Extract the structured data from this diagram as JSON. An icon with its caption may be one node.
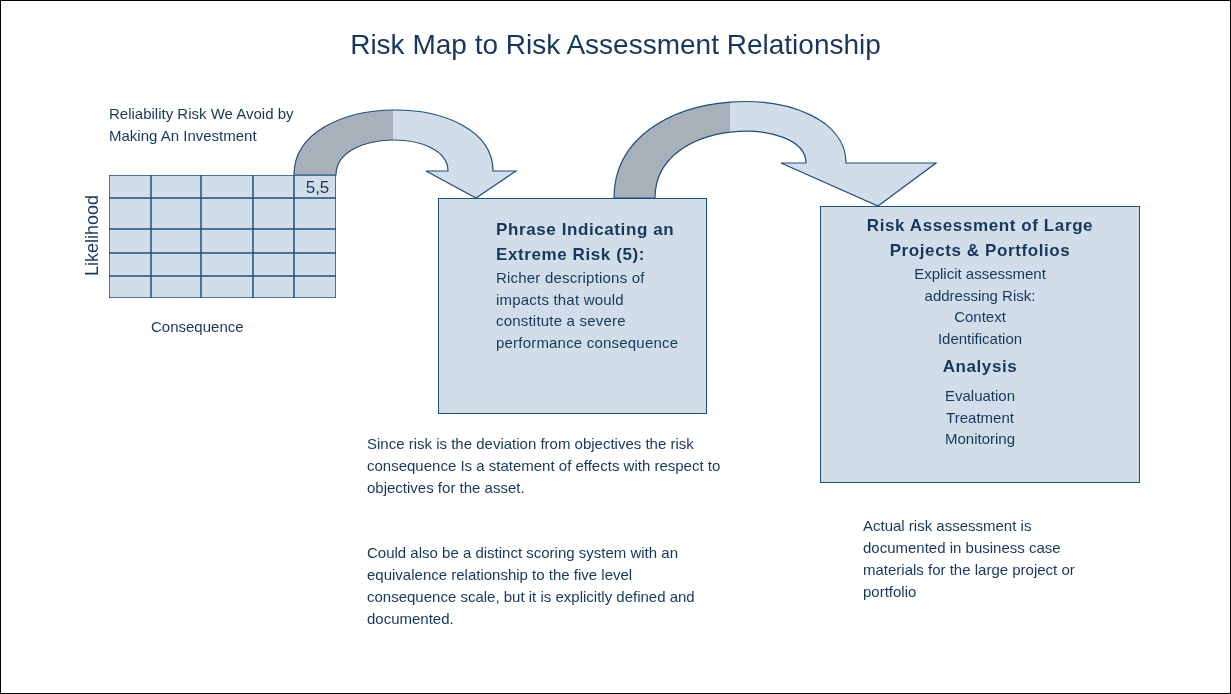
{
  "diagram": {
    "title": "Risk Map to Risk Assessment Relationship",
    "nodes": [
      {
        "text": [
          "Reliability Risk We Avoid by Making An Investment",
          "5,5"
        ],
        "beside": [
          "Likelihood",
          "Consequence"
        ]
      },
      {
        "text": [
          "Phrase Indicating an Extreme Risk (5):",
          "Richer descriptions of impacts that would constitute a severe performance consequence"
        ]
      },
      {
        "text": [
          "Risk Assessment of Large Projects & Portfolios",
          "Explicit assessment addressing Risk:",
          "Context",
          "Identification",
          "Analysis",
          "Evaluation",
          "Treatment",
          "Monitoring"
        ]
      }
    ],
    "edges": [
      {
        "from": 0,
        "to": 1,
        "arrow": "to"
      },
      {
        "from": 1,
        "to": 2,
        "arrow": "to"
      }
    ],
    "labels": [
      "Since risk is the deviation from objectives the risk consequence Is a statement of effects with respect to objectives for the asset.",
      "Could also be a distinct scoring system with an equivalence relationship to the five level consequence scale, but it is explicitly defined and documented.",
      "Actual risk assessment is documented in business case materials for the large project or portfolio"
    ]
  }
}
